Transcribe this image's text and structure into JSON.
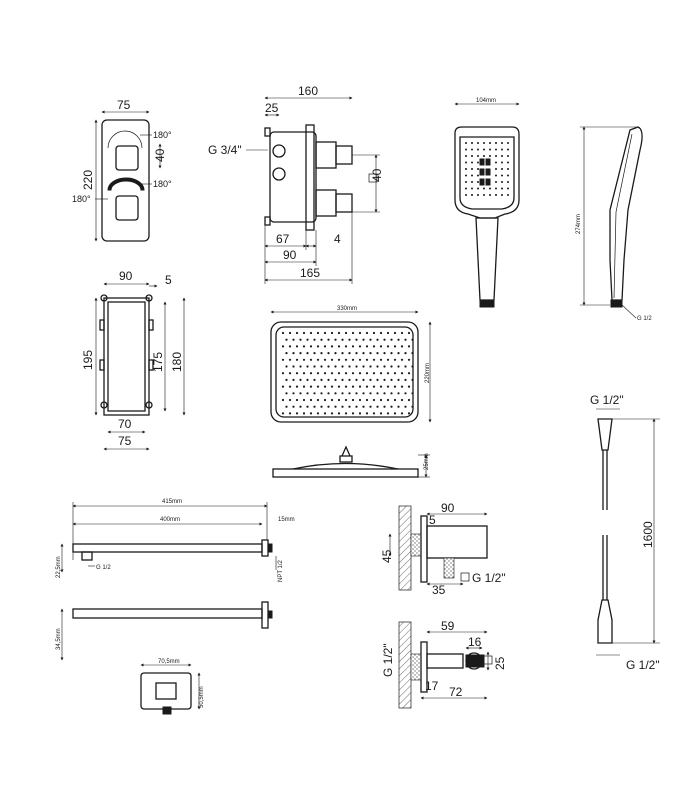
{
  "mixer_front": {
    "width": "75",
    "height": "220",
    "angle_top": "180°",
    "angle_mid": "180°",
    "angle_left": "180°",
    "handle": "40"
  },
  "mixer_side": {
    "total": "160",
    "offset": "25",
    "thread": "G 3/4\"",
    "h": "40",
    "d1": "67",
    "d2": "4",
    "d3": "90",
    "d4": "165"
  },
  "box": {
    "w_top": "90",
    "w_small": "5",
    "h_left": "195",
    "h_mid": "175",
    "h_right": "180",
    "w_bot1": "70",
    "w_bot2": "75"
  },
  "hand_shower": {
    "width": "104mm",
    "length": "274mm",
    "thread": "G 1/2"
  },
  "rain_head": {
    "width": "330mm",
    "depth": "220mm",
    "thickness": "25mm"
  },
  "arm": {
    "total": "415mm",
    "length": "400mm",
    "flange": "15mm",
    "drop": "22,5mm",
    "thread_a": "G 1/2",
    "thread_b": "NPT 1/2",
    "side": "34,5mm"
  },
  "arm_flange": {
    "width": "70,5mm",
    "height": "50,5mm"
  },
  "holder": {
    "w": "90",
    "t": "5",
    "h": "45",
    "d": "35",
    "thread": "G 1/2\""
  },
  "outlet": {
    "len": "59",
    "d": "16",
    "h": "25",
    "t": "17",
    "total": "72",
    "thread": "G 1/2\""
  },
  "hose": {
    "thread_top": "G 1/2\"",
    "length": "1600",
    "thread_bottom": "G 1/2\""
  }
}
